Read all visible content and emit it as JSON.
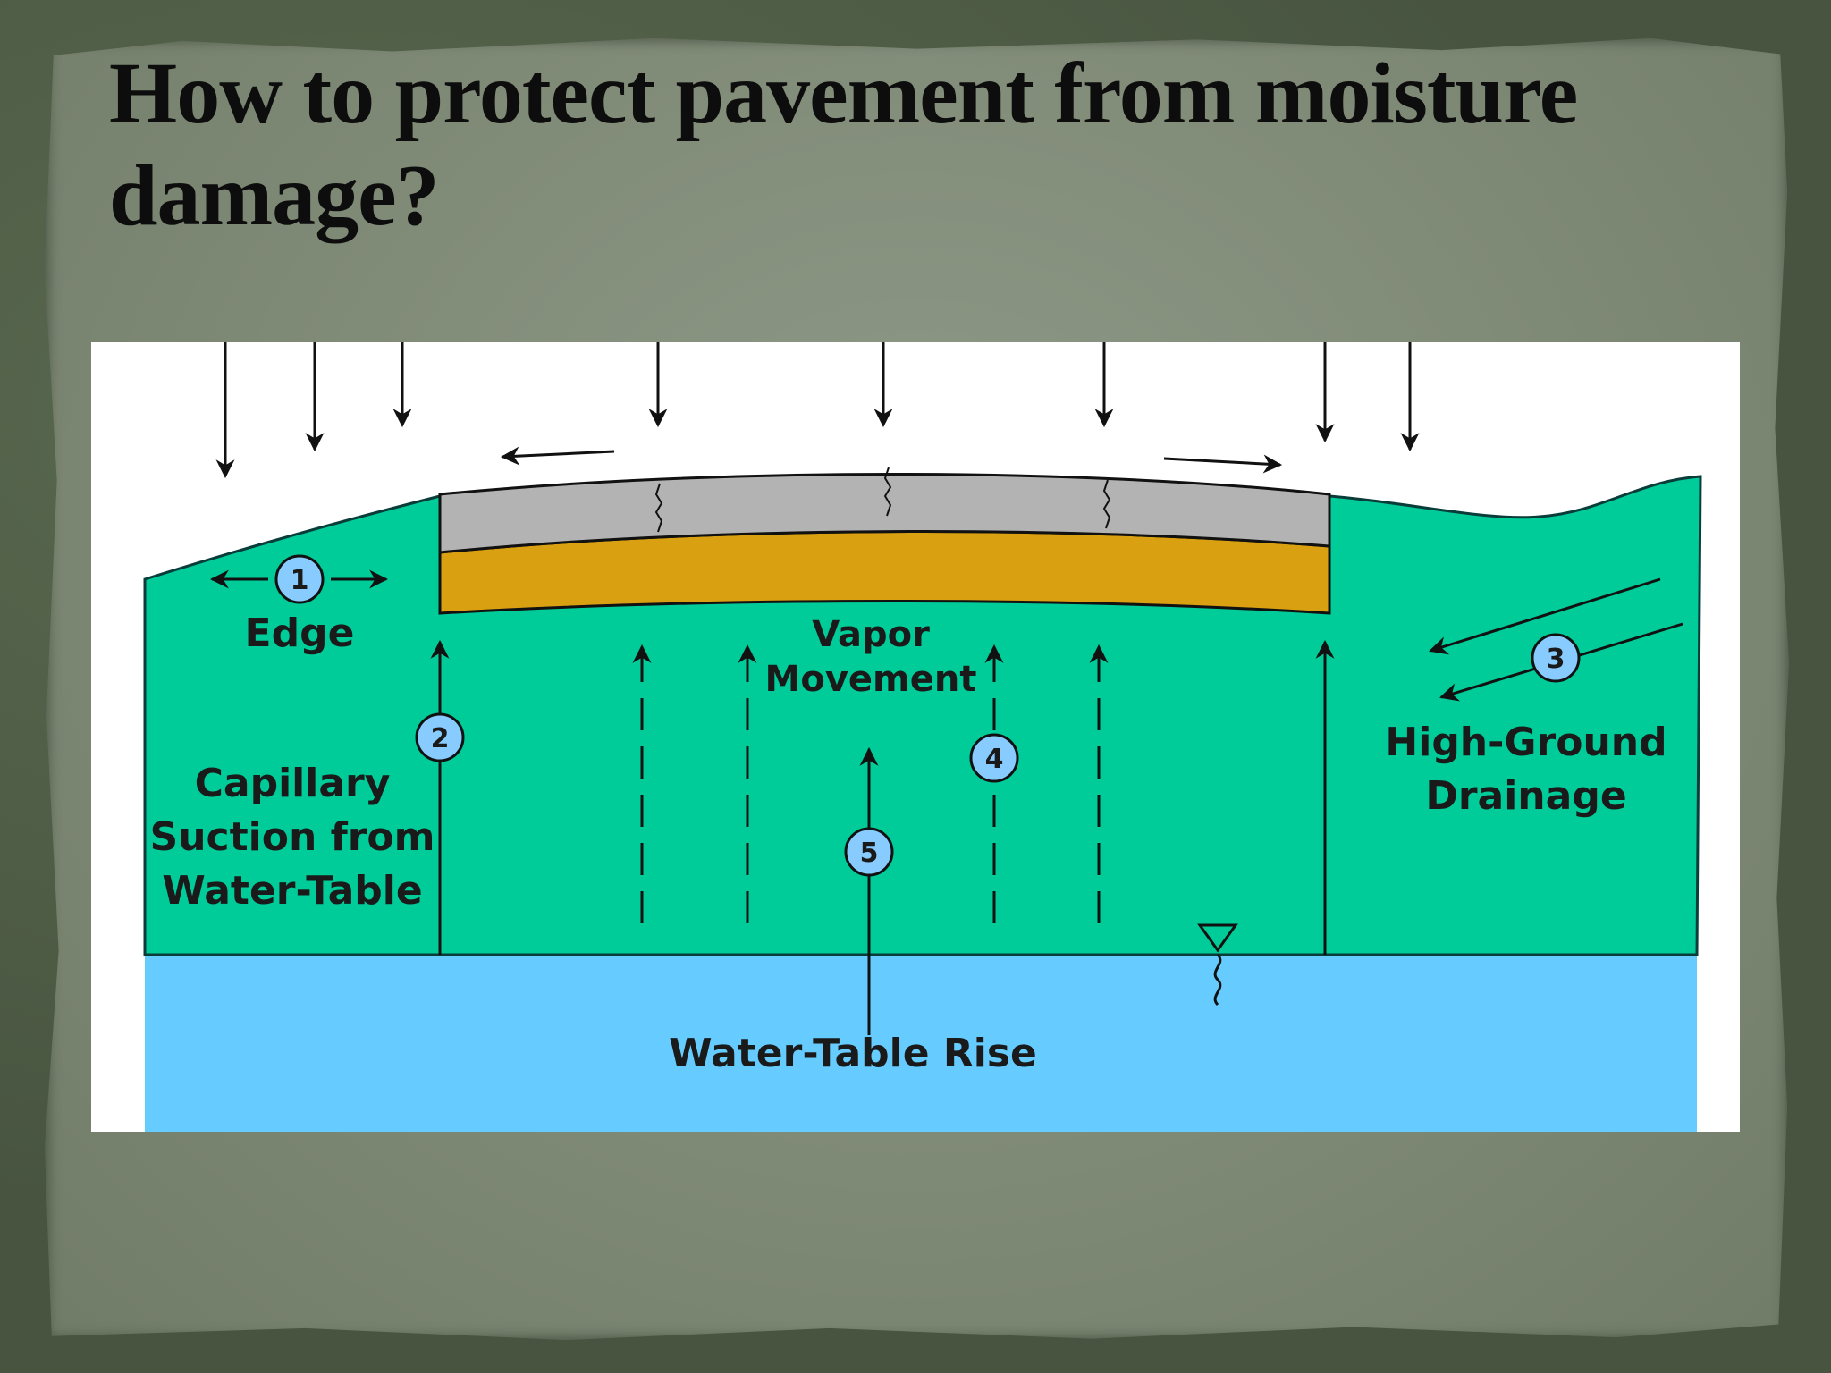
{
  "slide": {
    "title": "How to protect pavement from moisture damage?"
  },
  "diagram": {
    "labels": {
      "edge": "Edge",
      "capillary_line1": "Capillary",
      "capillary_line2": "Suction from",
      "capillary_line3": "Water-Table",
      "vapor_line1": "Vapor",
      "vapor_line2": "Movement",
      "high_ground_line1": "High-Ground",
      "high_ground_line2": "Drainage",
      "water_table_rise": "Water-Table Rise"
    },
    "markers": {
      "m1": "1",
      "m2": "2",
      "m3": "3",
      "m4": "4",
      "m5": "5"
    },
    "colors": {
      "soil": "#00cc99",
      "groundwater": "#66ccff",
      "pavement_surface": "#b3b3b3",
      "base_course": "#d9a011",
      "marker_fill": "#88ccff"
    }
  }
}
